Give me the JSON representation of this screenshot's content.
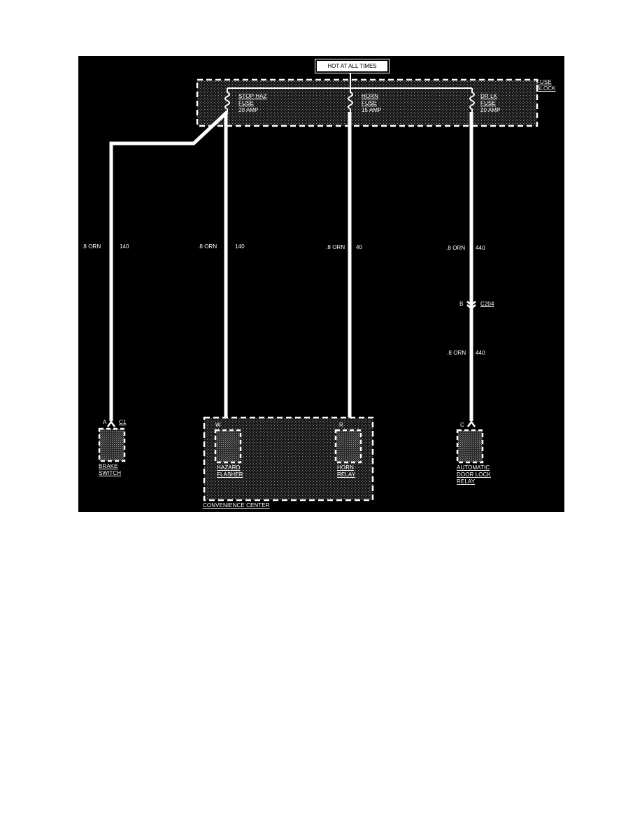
{
  "header": {
    "title": "HOT AT ALL TIMES"
  },
  "fuse_block": {
    "label_line1": "FUSE",
    "label_line2": "BLOCK"
  },
  "fuses": [
    {
      "name": "STOP HAZ",
      "type": "FUSE",
      "rating": "20 AMP"
    },
    {
      "name": "HORN",
      "type": "FUSE",
      "rating": "15 AMP"
    },
    {
      "name": "DR LK",
      "type": "FUSE",
      "rating": "20 AMP"
    }
  ],
  "wires": [
    {
      "gauge_color": ".8 ORN",
      "circuit": "140"
    },
    {
      "gauge_color": ".8 ORN",
      "circuit": "140"
    },
    {
      "gauge_color": ".8 ORN",
      "circuit": "40"
    },
    {
      "gauge_color": ".8 ORN",
      "circuit": "440"
    },
    {
      "gauge_color": ".8 ORN",
      "circuit": "440"
    }
  ],
  "connector_c204": {
    "pin": "B",
    "name": "C204"
  },
  "components": {
    "brake_switch": {
      "pin": "A",
      "connector": "C1",
      "line1": "BRAKE",
      "line2": "SWITCH"
    },
    "hazard_flasher": {
      "pin": "W",
      "line1": "HAZARD",
      "line2": "FLASHER"
    },
    "horn_relay": {
      "pin": "R",
      "line1": "HORN",
      "line2": "RELAY"
    },
    "door_lock_relay": {
      "pin": "C",
      "line1": "AUTOMATIC",
      "line2": "DOOR LOCK",
      "line3": "RELAY"
    }
  },
  "convenience_center": {
    "label": "CONVENIENCE CENTER"
  }
}
